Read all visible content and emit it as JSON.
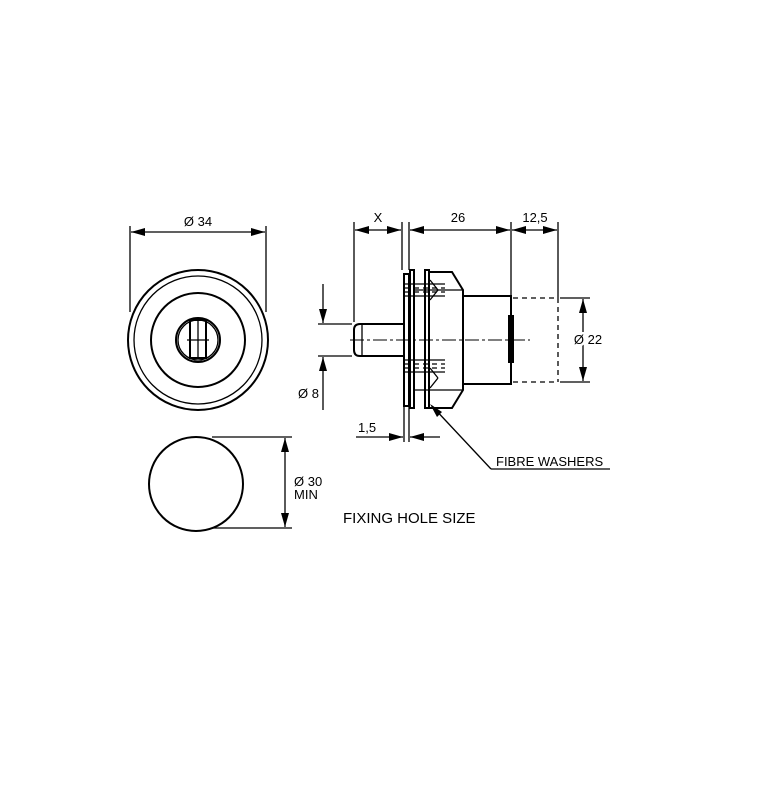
{
  "dimensions": {
    "front_diameter": "Ø 34",
    "x": "X",
    "body_length": "26",
    "cam_offset": "12,5",
    "cam_diameter": "Ø 22",
    "pin_diameter": "Ø 8",
    "washer_thickness": "1,5",
    "hole_diameter": "Ø 30",
    "hole_min": "MIN"
  },
  "labels": {
    "fibre_washers": "FIBRE WASHERS",
    "fixing_hole": "FIXING HOLE SIZE"
  }
}
